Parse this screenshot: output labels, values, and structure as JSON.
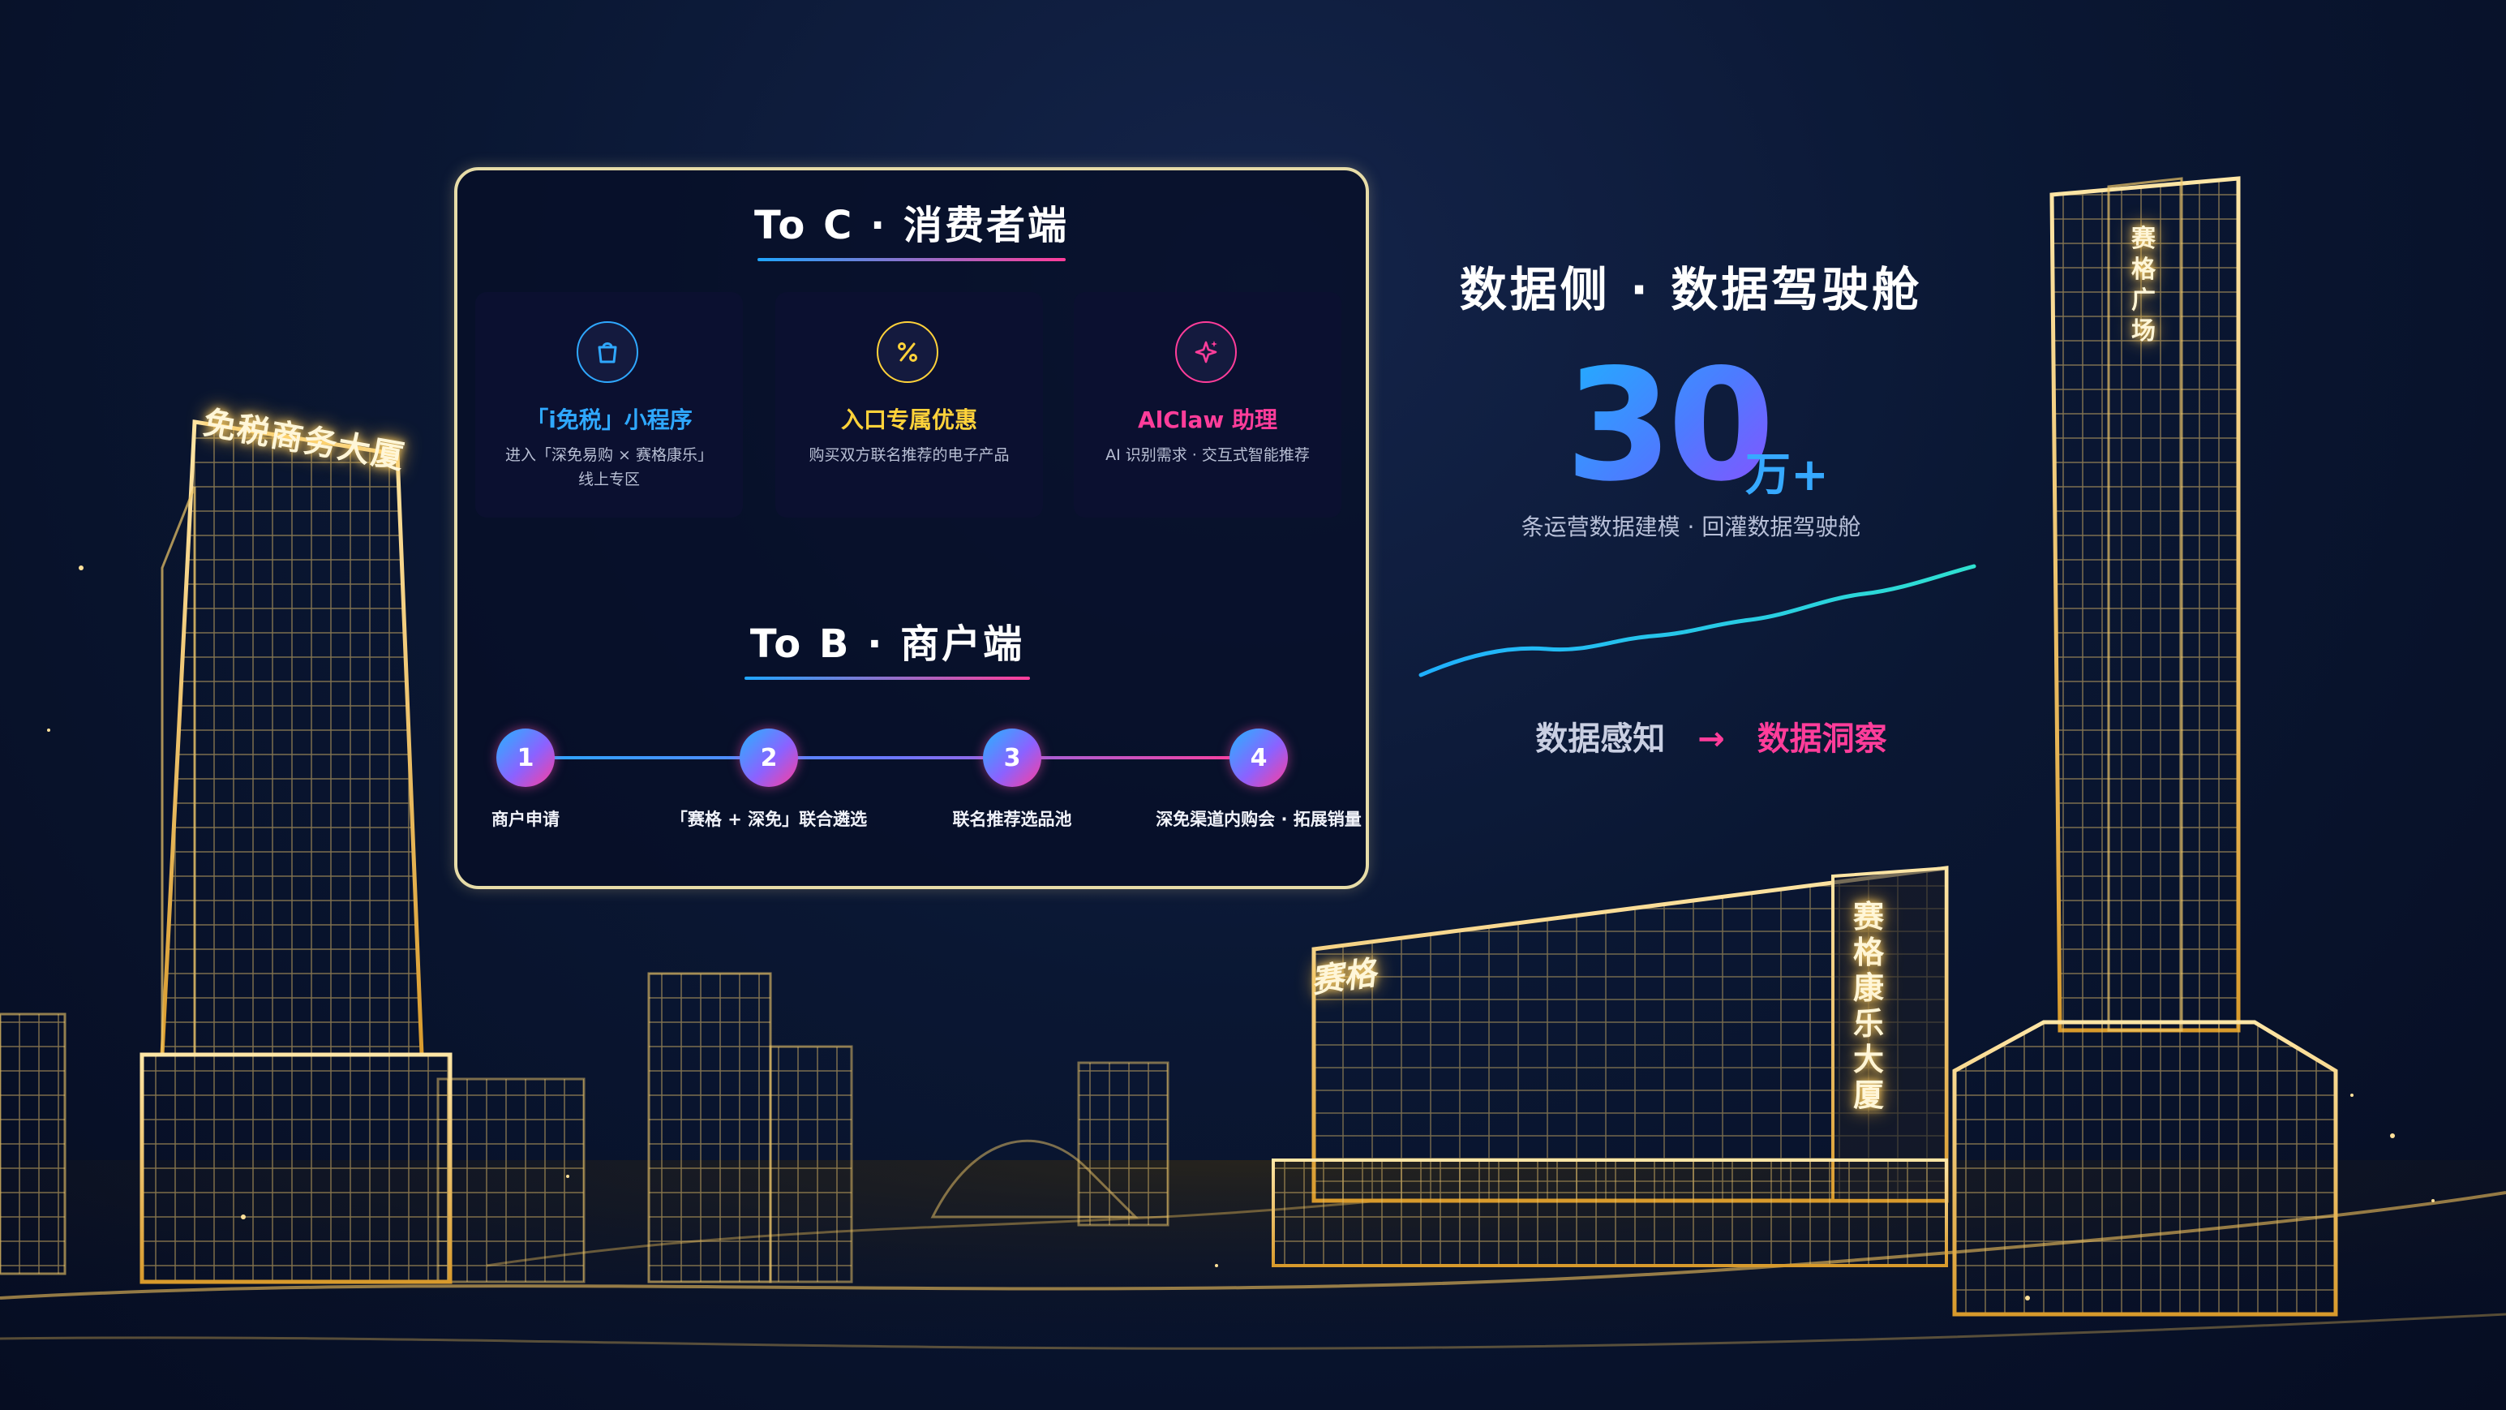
{
  "colors": {
    "panel_border": "#e7dca8",
    "accent_blue": "#1fb0ff",
    "accent_pink": "#ff3d9a",
    "accent_yellow": "#ffd23a",
    "background": "#07112a"
  },
  "scene": {
    "sign_dutyfree": "免税商务大厦",
    "sign_kangle": "赛格康乐大厦",
    "sign_plaza": "赛格广场",
    "sign_seg_logo": "赛格"
  },
  "consumer": {
    "title": "To C · 消费者端",
    "cards": [
      {
        "icon": "shopping-bag-icon",
        "title": "「i免税」小程序",
        "desc": "进入「深免易购 × 赛格康乐」线上专区",
        "color": "#2fa8ff"
      },
      {
        "icon": "percent-icon",
        "title": "入口专属优惠",
        "desc": "购买双方联名推荐的电子产品",
        "color": "#ffd23a"
      },
      {
        "icon": "sparkle-icon",
        "title": "AlClaw 助理",
        "desc": "AI 识别需求 · 交互式智能推荐",
        "color": "#ff3d9a"
      }
    ]
  },
  "merchant": {
    "title": "To B · 商户端",
    "steps": [
      {
        "number": "1",
        "label": "商户申请"
      },
      {
        "number": "2",
        "label": "「赛格 + 深免」联合遴选"
      },
      {
        "number": "3",
        "label": "联名推荐选品池"
      },
      {
        "number": "4",
        "label": "深免渠道内购会 · 拓展销量"
      }
    ]
  },
  "data_side": {
    "title": "数据侧 · 数据驾驶舱",
    "big_number": "30",
    "big_unit": "万+",
    "caption": "条运营数据建模 · 回灌数据驾驶舱",
    "insight_from": "数据感知",
    "insight_arrow": "→",
    "insight_to": "数据洞察",
    "trend_color": "#2ec8e0"
  }
}
